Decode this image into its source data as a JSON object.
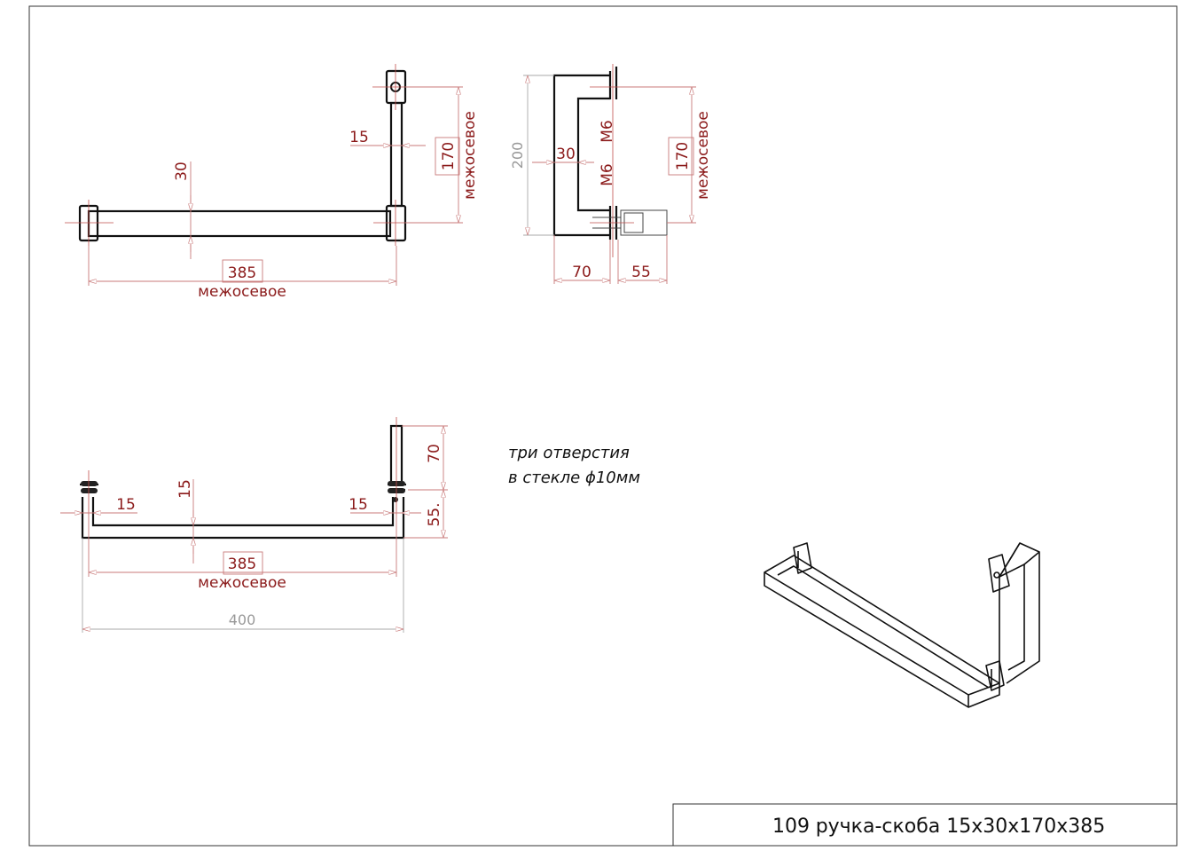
{
  "drawing": {
    "top_view": {
      "length": "385",
      "length_note": "межосевое",
      "bar_height": "30",
      "post_width": "15",
      "center_distance": "170",
      "center_note": "межосевое"
    },
    "side_view": {
      "height": "200",
      "depth": "30",
      "thread_top": "M6",
      "thread_bottom": "M6",
      "center_distance": "170",
      "center_note": "межосевое",
      "offset": "70",
      "bolt_length": "55"
    },
    "bottom_view": {
      "left_width": "15",
      "bar_depth": "15",
      "right_width": "15",
      "center_length": "385",
      "center_note": "межосевое",
      "overall_length": "400",
      "post_height": "70",
      "post_lower": "55."
    },
    "note": {
      "line1": "три отверстия",
      "line2": "в стекле ϕ10мм"
    },
    "title_block": {
      "number": "109",
      "name": "ручка-скоба 15x30x170x385"
    }
  },
  "colors": {
    "dimension": "#8b1a1a",
    "line": "#111111",
    "gray_dimension": "#999999"
  }
}
